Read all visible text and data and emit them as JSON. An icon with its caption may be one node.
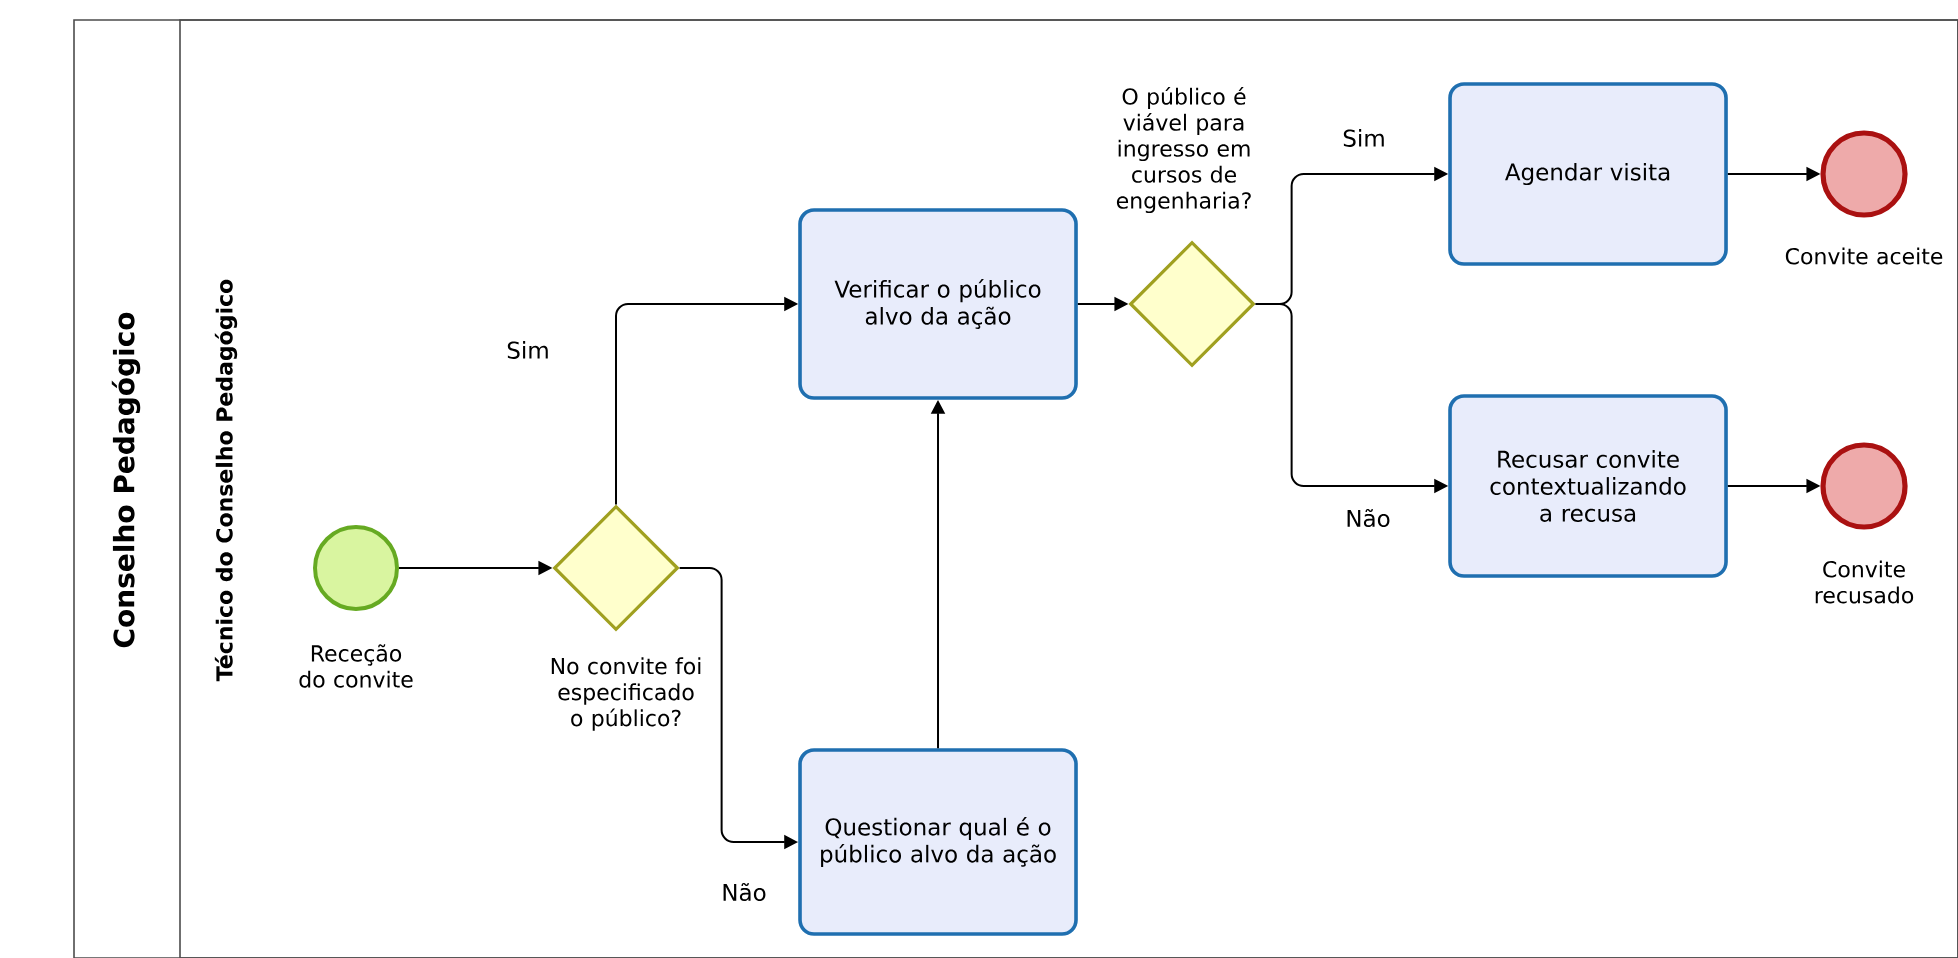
{
  "diagram": {
    "nodes": [
      {
        "text": [
          "Conselho Pedagógico"
        ]
      },
      {
        "text": [
          "Técnico do Conselho Pedagógico"
        ],
        "in": 0
      },
      {
        "text": [],
        "shape": "circle",
        "beside": [
          "Receção do convite"
        ],
        "in": 1
      },
      {
        "text": [],
        "shape": "diamond",
        "beside": [
          "No convite foi especificado o público?"
        ],
        "in": 1
      },
      {
        "text": [
          "Verificar o público alvo da ação"
        ],
        "in": 1
      },
      {
        "text": [
          "Questionar qual é o público alvo da ação"
        ],
        "in": 1
      },
      {
        "text": [],
        "shape": "diamond",
        "beside": [
          "O público é viável para ingresso em cursos de engenharia?"
        ],
        "in": 1
      },
      {
        "text": [
          "Agendar visita"
        ],
        "in": 1
      },
      {
        "text": [
          "Recusar convite contextualizando a recusa"
        ],
        "in": 1
      },
      {
        "text": [],
        "shape": "circle",
        "beside": [
          "Convite aceite"
        ],
        "in": 1
      },
      {
        "text": [],
        "shape": "circle",
        "beside": [
          "Convite recusado"
        ],
        "in": 1
      }
    ],
    "edges": [
      {
        "from": 2,
        "to": 3,
        "arrow": "to"
      },
      {
        "from": 3,
        "to": 4,
        "arrow": "to",
        "label": "Sim"
      },
      {
        "from": 3,
        "to": 5,
        "arrow": "to",
        "label": "Não"
      },
      {
        "from": 5,
        "to": 4,
        "arrow": "to"
      },
      {
        "from": 4,
        "to": 6,
        "arrow": "to"
      },
      {
        "from": 6,
        "to": 7,
        "arrow": "to",
        "label": "Sim"
      },
      {
        "from": 6,
        "to": 8,
        "arrow": "to",
        "label": "Não"
      },
      {
        "from": 7,
        "to": 9,
        "arrow": "to"
      },
      {
        "from": 8,
        "to": 10,
        "arrow": "to"
      }
    ]
  }
}
